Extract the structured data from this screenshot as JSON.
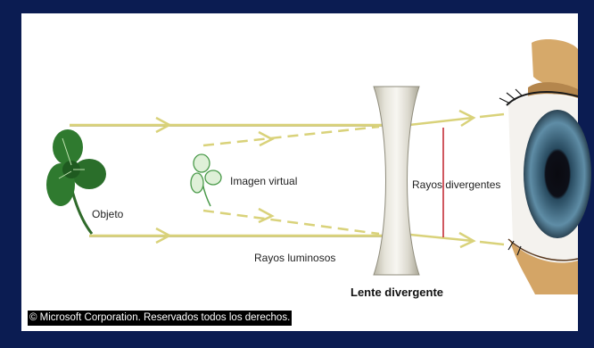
{
  "labels": {
    "objeto": "Objeto",
    "imagen_virtual": "Imagen virtual",
    "rayos_luminosos": "Rayos luminosos",
    "rayos_divergentes": "Rayos divergentes",
    "lente_divergente": "Lente divergente"
  },
  "copyright": "© Microsoft Corporation. Reservados todos los derechos.",
  "colors": {
    "frame": "#0b1c52",
    "ray": "#d9d27a",
    "ray_dark": "#a89d3a",
    "leaf": "#2f7a2f",
    "divergent_line": "#c0202a"
  },
  "icons": [
    "clover-object-icon",
    "clover-virtual-image-icon",
    "eye-icon",
    "lens-icon"
  ]
}
